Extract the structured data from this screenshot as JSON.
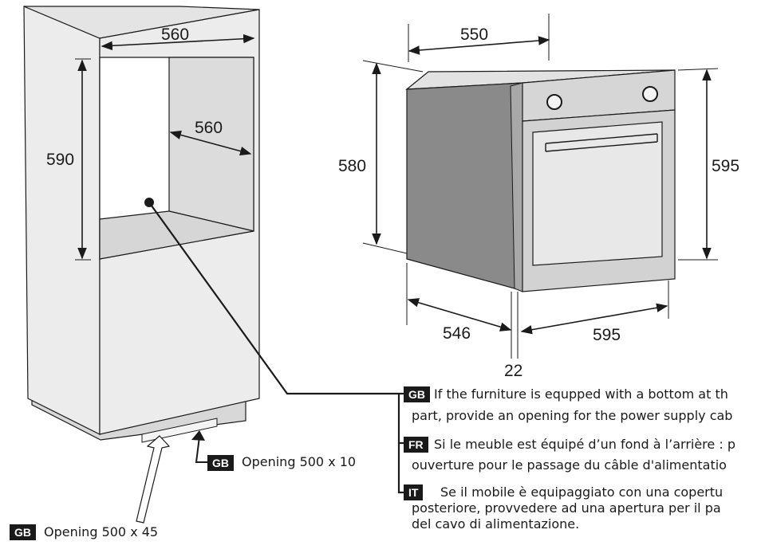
{
  "cabinet": {
    "width_top": "560",
    "depth": "560",
    "height": "590"
  },
  "oven": {
    "width": "550",
    "height_body": "580",
    "height_front": "595",
    "depth_body": "546",
    "front_thickness": "22",
    "width_front": "595"
  },
  "openings": {
    "small": {
      "tag": "GB",
      "text": "Opening 500 x 10"
    },
    "large": {
      "tag": "GB",
      "text": "Opening 500 x 45"
    }
  },
  "notes": [
    {
      "tag": "GB",
      "line1": "If the furniture is equpped with a bottom at th",
      "line2": "part, provide an opening for the power supply cab"
    },
    {
      "tag": "FR",
      "line1": "Si le meuble est équipé d’un fond à l’arrière : p",
      "line2": "ouverture pour le passage du câble d'alimentatio"
    },
    {
      "tag": "IT",
      "line1": "Se il mobile è equipaggiato con una copertu",
      "line2": "posteriore, provvedere ad una apertura per il pa",
      "line3": "del  cavo di alimentazione."
    }
  ],
  "colors": {
    "cabinet_fill": "#ececec",
    "cavity_fill": "#dcdcdc",
    "oven_side": "#8a8a8a",
    "oven_panel": "#d6d6d6",
    "stroke": "#1a1a1a"
  }
}
